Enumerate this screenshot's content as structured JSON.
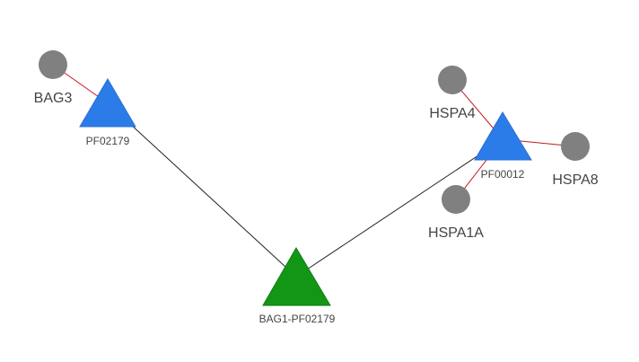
{
  "colors": {
    "background": "#ffffff",
    "domain_node": "#2b7ce9",
    "domain_node_stroke": "#2b6fd3",
    "complex_node": "#139615",
    "complex_node_stroke": "#0f7d11",
    "protein_node": "#808080",
    "domain_edge": "#222222",
    "protein_edge": "#c4161c",
    "label": "#444444"
  },
  "nodes": {
    "bag3": {
      "label": "BAG3",
      "kind": "protein"
    },
    "pf02179": {
      "label": "PF02179",
      "kind": "domain"
    },
    "bag1_pf02179": {
      "label": "BAG1-PF02179",
      "kind": "complex"
    },
    "pf00012": {
      "label": "PF00012",
      "kind": "domain"
    },
    "hspa4": {
      "label": "HSPA4",
      "kind": "protein"
    },
    "hspa8": {
      "label": "HSPA8",
      "kind": "protein"
    },
    "hspa1a": {
      "label": "HSPA1A",
      "kind": "protein"
    }
  },
  "edges": [
    {
      "from": "BAG3",
      "to": "PF02179",
      "kind": "protein-domain"
    },
    {
      "from": "PF02179",
      "to": "BAG1-PF02179",
      "kind": "domain-domain"
    },
    {
      "from": "BAG1-PF02179",
      "to": "PF00012",
      "kind": "domain-domain"
    },
    {
      "from": "HSPA4",
      "to": "PF00012",
      "kind": "protein-domain"
    },
    {
      "from": "HSPA8",
      "to": "PF00012",
      "kind": "protein-domain"
    },
    {
      "from": "HSPA1A",
      "to": "PF00012",
      "kind": "protein-domain"
    }
  ]
}
